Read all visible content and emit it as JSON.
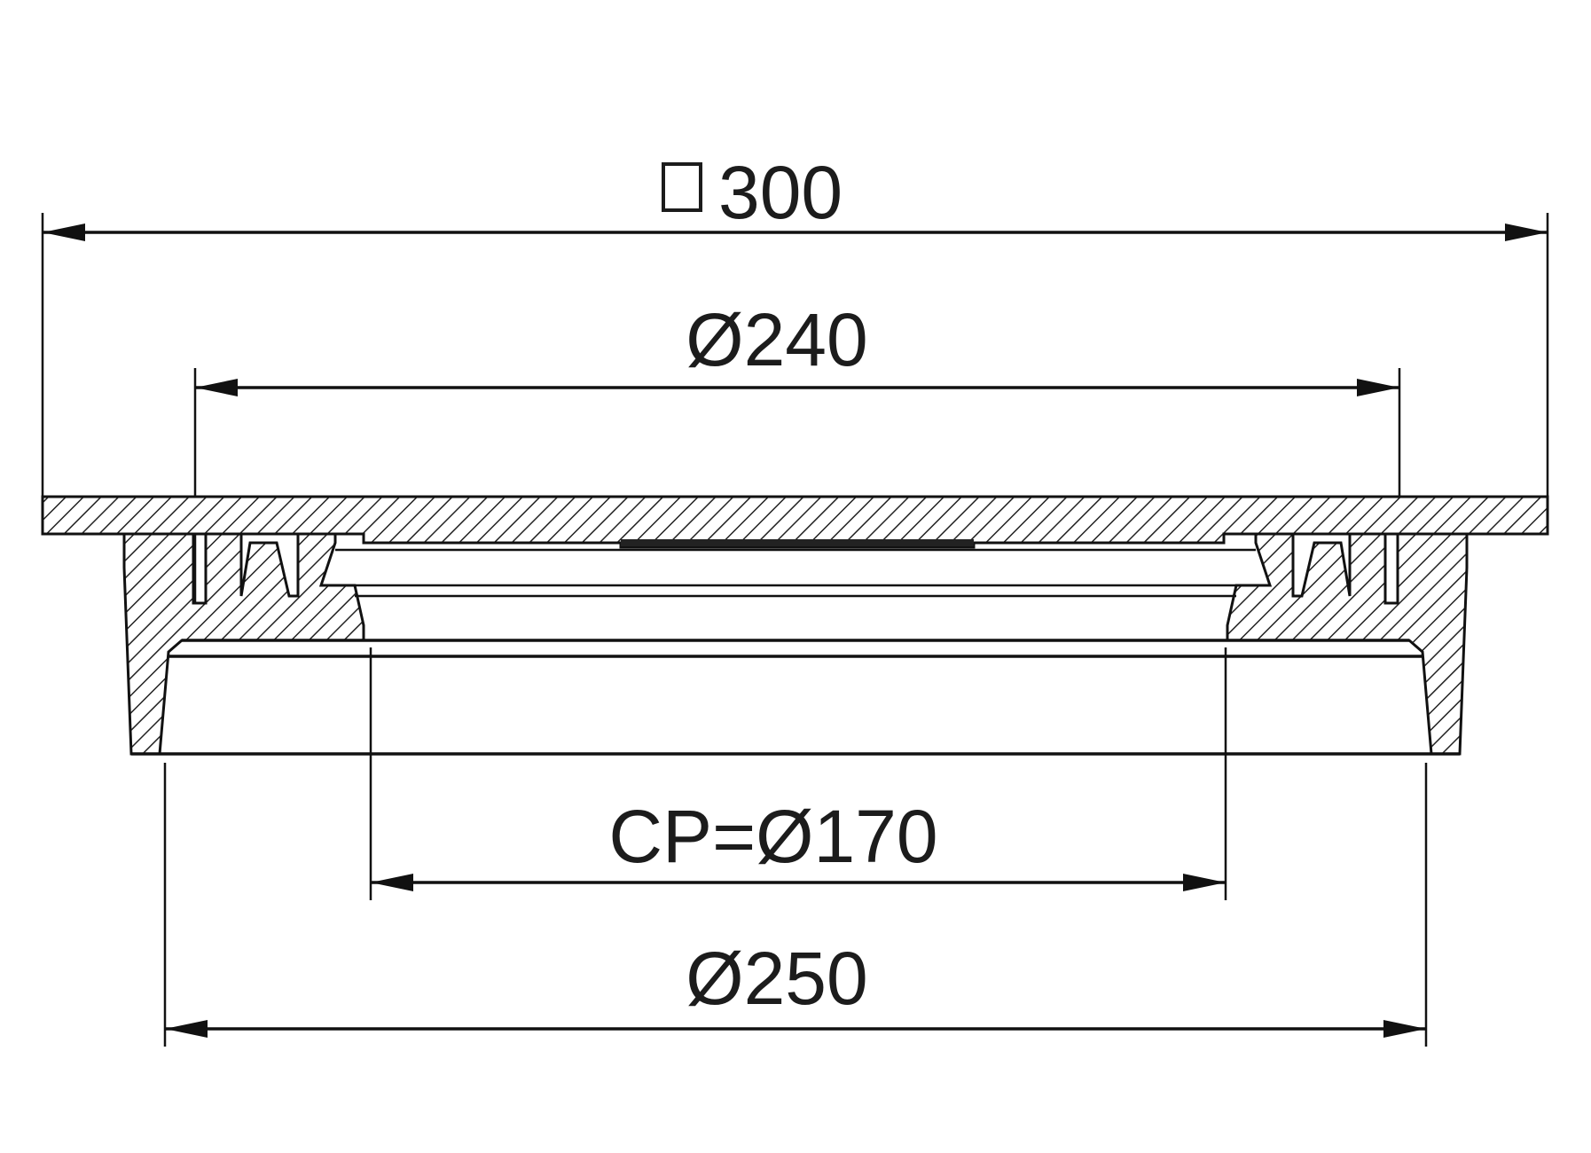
{
  "dimensions": {
    "square": {
      "symbol": "□",
      "value": "300"
    },
    "top_diameter": "Ø240",
    "clear_opening": "CP=Ø170",
    "bottom_diameter": "Ø250"
  }
}
